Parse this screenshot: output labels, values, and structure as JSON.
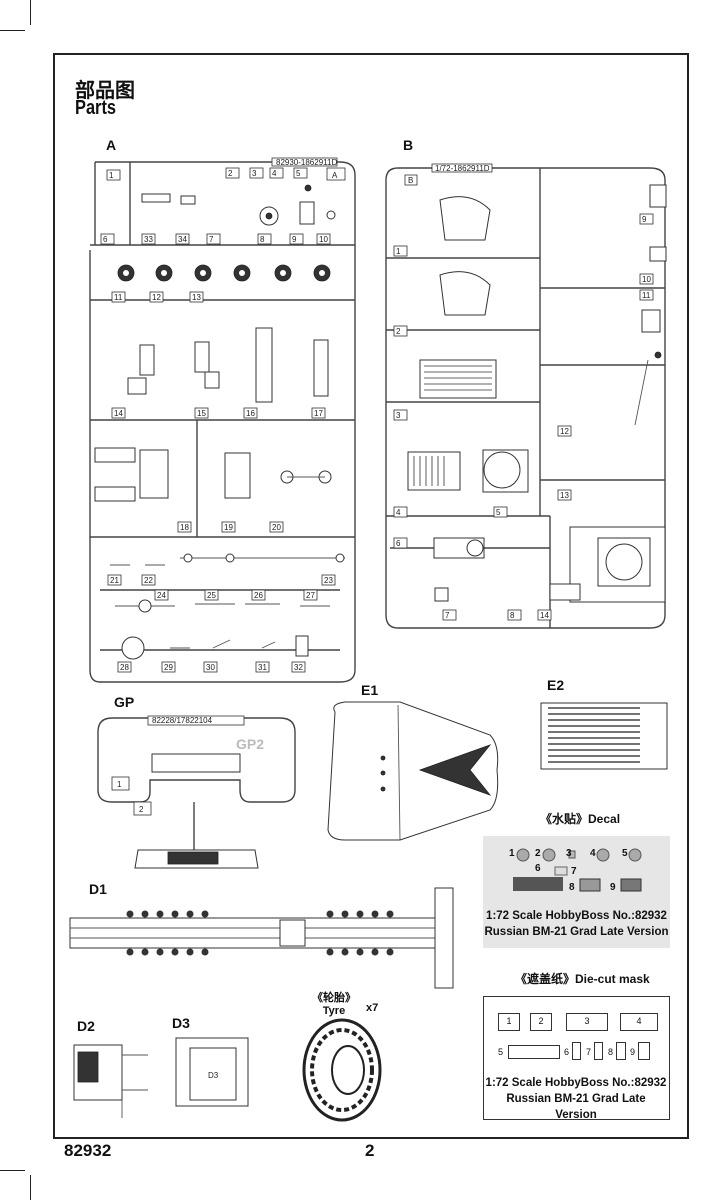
{
  "header": {
    "title_cn": "部品图",
    "title_en": "Parts"
  },
  "sprues": {
    "A": {
      "label": "A",
      "code": "82930-1862911D",
      "tag": "A",
      "numbers": [
        "1",
        "2",
        "3",
        "4",
        "5",
        "6",
        "7",
        "8",
        "9",
        "10",
        "11",
        "12",
        "13",
        "14",
        "15",
        "16",
        "17",
        "18",
        "19",
        "20",
        "21",
        "22",
        "23",
        "24",
        "25",
        "26",
        "27",
        "28",
        "29",
        "30",
        "31",
        "32",
        "33",
        "34"
      ]
    },
    "B": {
      "label": "B",
      "code": "1/72-1862911D",
      "tag": "B",
      "numbers": [
        "1",
        "2",
        "3",
        "4",
        "5",
        "6",
        "7",
        "8",
        "9",
        "10",
        "11",
        "12",
        "13",
        "14"
      ]
    },
    "GP": {
      "label": "GP",
      "code": "82228/17822104",
      "tag": "GP2",
      "numbers": [
        "1",
        "2"
      ]
    },
    "E1": {
      "label": "E1"
    },
    "E2": {
      "label": "E2"
    },
    "D1": {
      "label": "D1"
    },
    "D2": {
      "label": "D2"
    },
    "D3": {
      "label": "D3",
      "inner": "D3"
    }
  },
  "tyre": {
    "label_cn": "《轮胎》",
    "label_en": "Tyre",
    "qty": "x7"
  },
  "decal": {
    "title": "《水贴》Decal",
    "numbers": [
      "1",
      "2",
      "3",
      "4",
      "5",
      "6",
      "7",
      "8",
      "9"
    ],
    "caption_line1": "1:72 Scale HobbyBoss No.:82932",
    "caption_line2": "Russian BM-21 Grad Late Version"
  },
  "mask": {
    "title": "《遮盖纸》Die-cut mask",
    "numbers": [
      "1",
      "2",
      "3",
      "4",
      "5",
      "6",
      "7",
      "8",
      "9"
    ],
    "caption_line1": "1:72 Scale HobbyBoss No.:82932",
    "caption_line2": "Russian BM-21 Grad Late Version"
  },
  "footer": {
    "kit_number": "82932",
    "page_number": "2"
  },
  "colors": {
    "ink": "#222222",
    "decal_bg": "#e6e6e6",
    "sprue_gray": "#444444"
  }
}
